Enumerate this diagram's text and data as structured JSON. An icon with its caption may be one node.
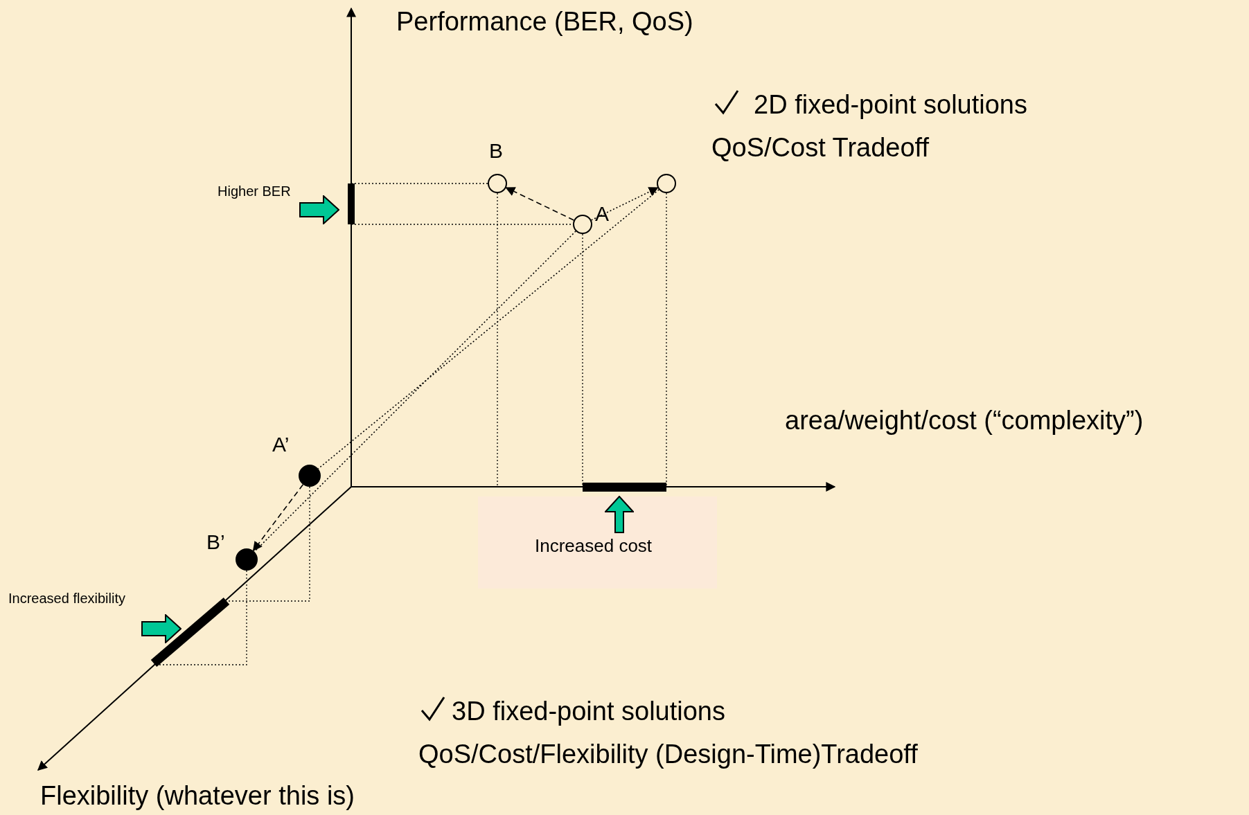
{
  "diagram": {
    "nodes": [
      {
        "text": [],
        "shape": "circle",
        "beside": [
          "B"
        ]
      },
      {
        "text": [],
        "shape": "circle"
      },
      {
        "text": [],
        "shape": "circle",
        "beside": [
          "A"
        ]
      },
      {
        "text": [],
        "shape": "circle",
        "beside": [
          "A’"
        ]
      },
      {
        "text": [],
        "shape": "circle",
        "beside": [
          "B’"
        ]
      }
    ],
    "edges": [
      {
        "from": 2,
        "to": 0,
        "arrow": "to",
        "style": "dashed"
      },
      {
        "from": 2,
        "to": 1,
        "arrow": "to"
      },
      {
        "from": 1,
        "to": 3,
        "arrow": "none"
      },
      {
        "from": 2,
        "to": 4,
        "arrow": "none"
      },
      {
        "from": 3,
        "to": 4,
        "arrow": "to",
        "style": "dashed"
      }
    ],
    "labels": [
      "Performance (BER, QoS)",
      "2D fixed-point solutions",
      "QoS/Cost Tradeoff",
      "Higher BER",
      "area/weight/cost (“complexity”)",
      "Increased cost",
      "Increased flexibility",
      "3D fixed-point solutions",
      "QoS/Cost/Flexibility (Design-Time)Tradeoff",
      "Flexibility (whatever this is)"
    ]
  }
}
